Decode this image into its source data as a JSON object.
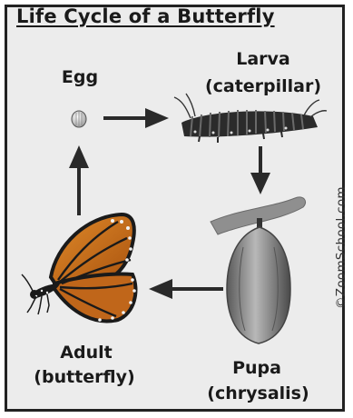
{
  "title": "Life Cycle of a Butterfly",
  "stages": {
    "egg": {
      "label": "Egg"
    },
    "larva": {
      "label": "Larva",
      "sublabel": "(caterpillar)"
    },
    "pupa": {
      "label": "Pupa",
      "sublabel": "(chrysalis)"
    },
    "adult": {
      "label": "Adult",
      "sublabel": "(butterfly)"
    }
  },
  "watermark": "©ZoomSchool.com",
  "colors": {
    "background": "#ececec",
    "border": "#222222",
    "arrow": "#2a2a2a",
    "butterfly_orange": "#c8701a",
    "butterfly_dark": "#1a1a1a",
    "caterpillar_dark": "#2b2b2b",
    "chrysalis": "#8a8a8a",
    "twig": "#888888"
  },
  "icons": [
    "egg-icon",
    "caterpillar-icon",
    "chrysalis-icon",
    "butterfly-icon"
  ]
}
